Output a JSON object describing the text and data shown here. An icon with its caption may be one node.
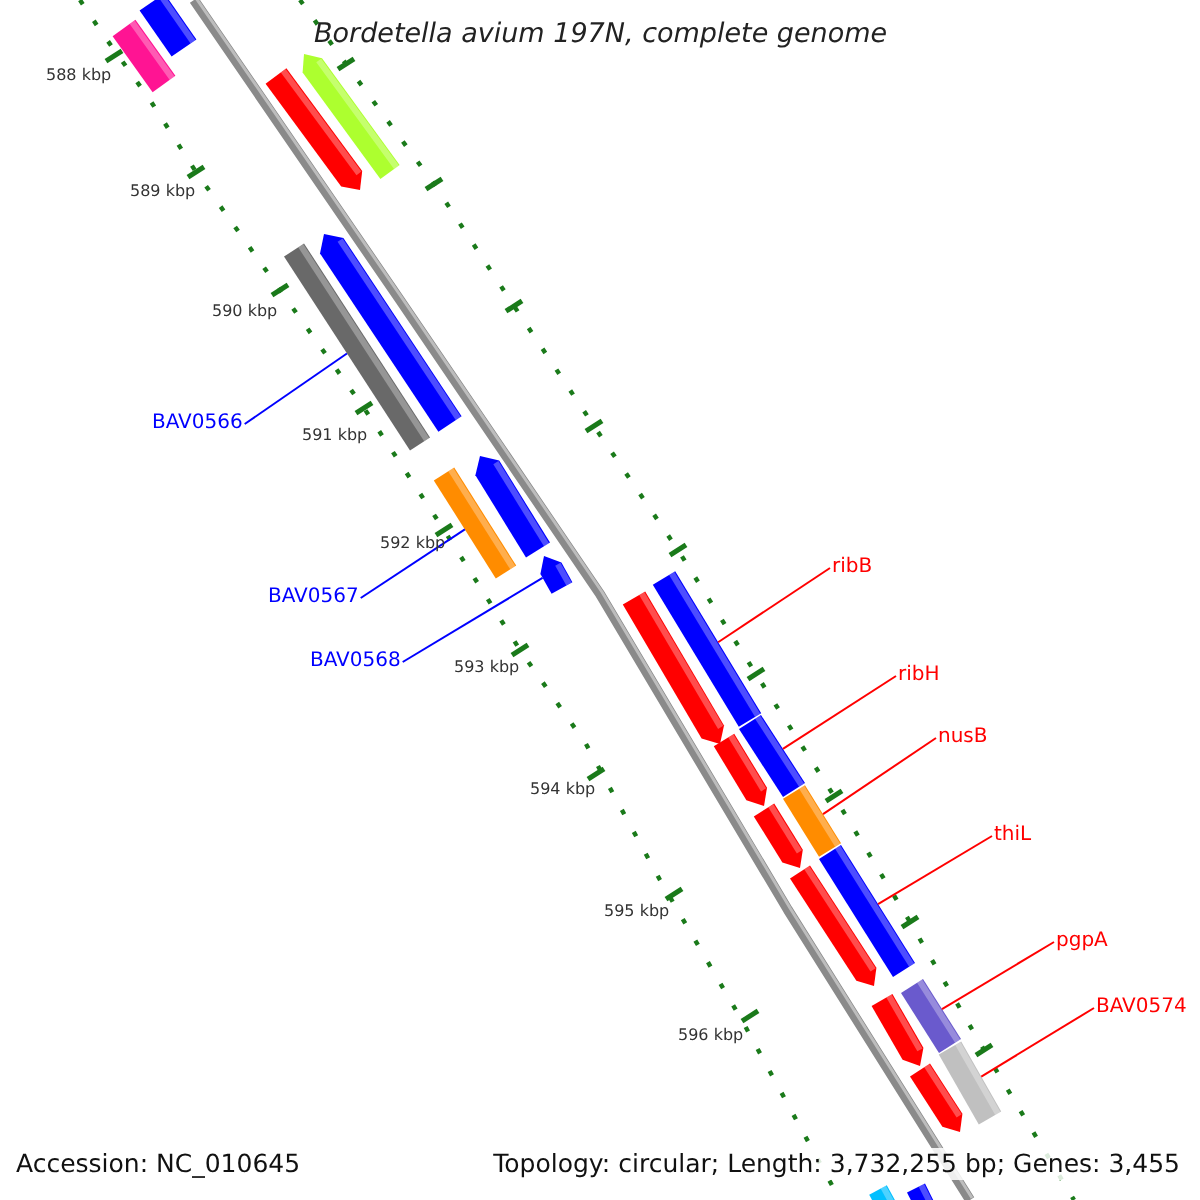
{
  "diagram": {
    "title": "Bordetella avium 197N, complete genome",
    "nodes": [
      {
        "text": [
          "BAV0566"
        ]
      },
      {
        "text": [
          "BAV0567"
        ]
      },
      {
        "text": [
          "BAV0568"
        ]
      },
      {
        "text": [
          "ribB"
        ]
      },
      {
        "text": [
          "ribH"
        ]
      },
      {
        "text": [
          "nusB"
        ]
      },
      {
        "text": [
          "thiL"
        ]
      },
      {
        "text": [
          "pgpA"
        ]
      },
      {
        "text": [
          "BAV0574"
        ]
      },
      {
        "text": [],
        "shape": "bar"
      },
      {
        "text": [],
        "shape": "bar"
      },
      {
        "text": [],
        "shape": "bar"
      },
      {
        "text": [],
        "shape": "bar"
      },
      {
        "text": [],
        "shape": "bar"
      },
      {
        "text": [],
        "shape": "bar"
      },
      {
        "text": [],
        "shape": "bar"
      },
      {
        "text": [],
        "shape": "bar"
      },
      {
        "text": [],
        "shape": "bar"
      },
      {
        "text": [],
        "shape": "bar"
      },
      {
        "text": [],
        "shape": "bar"
      },
      {
        "text": [],
        "shape": "bar"
      },
      {
        "text": [],
        "shape": "bar"
      },
      {
        "text": [],
        "shape": "bar"
      },
      {
        "text": [],
        "shape": "bar"
      },
      {
        "text": [],
        "shape": "bar"
      },
      {
        "text": [],
        "shape": "bar"
      },
      {
        "text": [],
        "shape": "bar"
      },
      {
        "text": [],
        "shape": "bar"
      },
      {
        "text": [],
        "shape": "bar"
      },
      {
        "text": [],
        "shape": "bar"
      },
      {
        "text": [],
        "shape": "bar"
      },
      {
        "text": [],
        "shape": "bar"
      }
    ],
    "edges": [
      {
        "from": 0,
        "to": 13,
        "arrow": "none",
        "color": "#0000ff"
      },
      {
        "from": 1,
        "to": 15,
        "arrow": "none",
        "color": "#0000ff"
      },
      {
        "from": 2,
        "to": 17,
        "arrow": "none",
        "color": "#0000ff"
      },
      {
        "from": 3,
        "to": 19,
        "arrow": "none"
      },
      {
        "from": 4,
        "to": 20,
        "arrow": "none"
      },
      {
        "from": 5,
        "to": 21,
        "arrow": "none"
      },
      {
        "from": 6,
        "to": 22,
        "arrow": "none"
      },
      {
        "from": 7,
        "to": 23,
        "arrow": "none"
      },
      {
        "from": 8,
        "to": 24,
        "arrow": "none"
      }
    ],
    "labels": [
      "588 kbp",
      "589 kbp",
      "590 kbp",
      "591 kbp",
      "592 kbp",
      "593 kbp",
      "594 kbp",
      "595 kbp",
      "596 kbp",
      "Accession: NC_010645",
      "Topology: circular; Length: 3,732,255 bp; Genes: 3,455"
    ]
  }
}
